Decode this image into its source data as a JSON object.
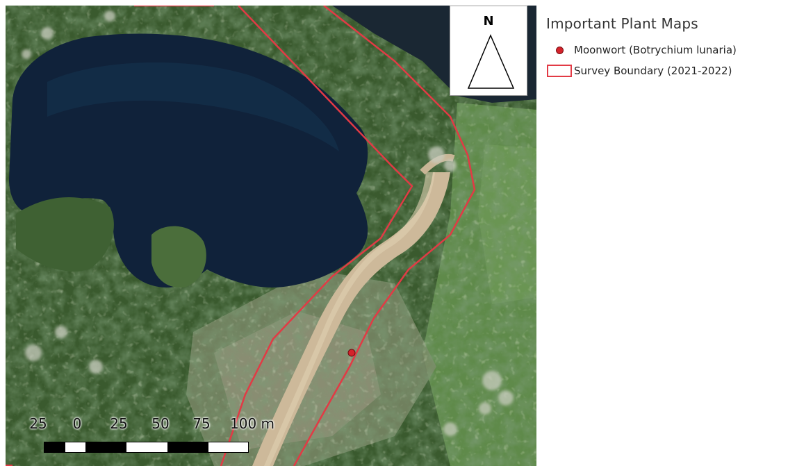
{
  "map": {
    "north_label": "N",
    "scale_bar": {
      "ticks": [
        "25",
        "0",
        "25",
        "50",
        "75",
        "100 m"
      ]
    },
    "feature_point": {
      "name": "moonwort-point"
    }
  },
  "legend": {
    "title": "Important Plant Maps",
    "items": [
      {
        "label": "Moonwort (Botrychium lunaria)",
        "symbol": "red-point",
        "color": "#d4232b"
      },
      {
        "label": "Survey Boundary (2021-2022)",
        "symbol": "red-outline-rectangle",
        "color": "#e23a45"
      }
    ]
  },
  "colors": {
    "water": "#10223a",
    "woodland": "#3d5e30",
    "grass": "#5f8a4a",
    "track": "#cdb99a",
    "boundary": "#e23a45",
    "point": "#d4232b"
  }
}
